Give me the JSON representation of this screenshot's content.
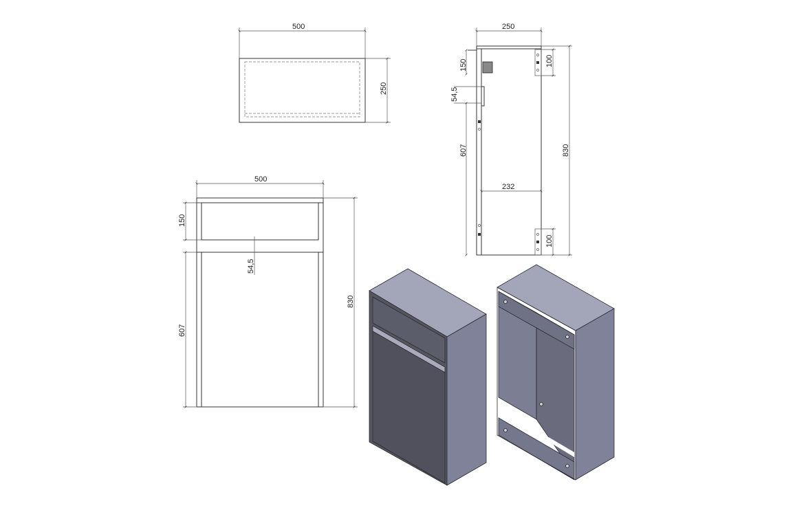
{
  "top_view": {
    "width": "500",
    "depth": "250"
  },
  "front_view": {
    "width": "500",
    "drawer_height": "150",
    "gap": "54,5",
    "door_height": "607",
    "total_height": "830"
  },
  "side_view": {
    "depth": "250",
    "drawer_height": "150",
    "gap": "54,5",
    "door_height": "607",
    "inner_depth": "232",
    "total_height": "830",
    "bracket_top": "100",
    "bracket_bottom": "100"
  },
  "colors": {
    "line": "#333333",
    "iso_top": "#a3a5b8",
    "iso_front": "#52535f",
    "iso_side": "#80829a"
  }
}
